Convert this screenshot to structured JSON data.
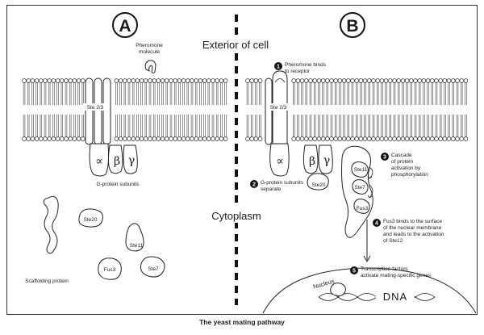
{
  "panels": {
    "a": "A",
    "b": "B"
  },
  "regions": {
    "exterior": "Exterior of cell",
    "cytoplasm": "Cytoplasm"
  },
  "caption": "The yeast mating pathway",
  "panel_a": {
    "pheromone": [
      "Pheromone",
      "molecule"
    ],
    "receptor": "Ste 2/3",
    "g_protein_label": "G-protein subunits",
    "scaffold": "Scaffolding protein",
    "proteins": {
      "ste20": "Ste20",
      "ste11": "Ste11",
      "fus3": "Fus3",
      "ste7": "Ste7"
    }
  },
  "greek": {
    "alpha": "∝",
    "beta": "β",
    "gamma": "γ"
  },
  "panel_b": {
    "receptor": "Ste 2/3",
    "ste20": "Ste20",
    "ste11": "Ste11",
    "ste7": "Ste7",
    "fus3": "Fus3",
    "nucleus": "Nucleus",
    "dna": "DNA",
    "steps": [
      {
        "num": "1",
        "lines": [
          "Pheromone binds",
          "to receptor"
        ]
      },
      {
        "num": "2",
        "lines": [
          "G-protein subunits",
          "separate"
        ]
      },
      {
        "num": "3",
        "lines": [
          "Cascade",
          "of protein",
          "activation by",
          "phosphorylation"
        ]
      },
      {
        "num": "4",
        "lines": [
          "Fus3 binds to the surface",
          "of the nuclear membrane",
          "and leads to the activation",
          "of Ste12"
        ]
      },
      {
        "num": "5",
        "lines": [
          "Transcription factors",
          "activate mating-specific genes"
        ]
      }
    ]
  }
}
